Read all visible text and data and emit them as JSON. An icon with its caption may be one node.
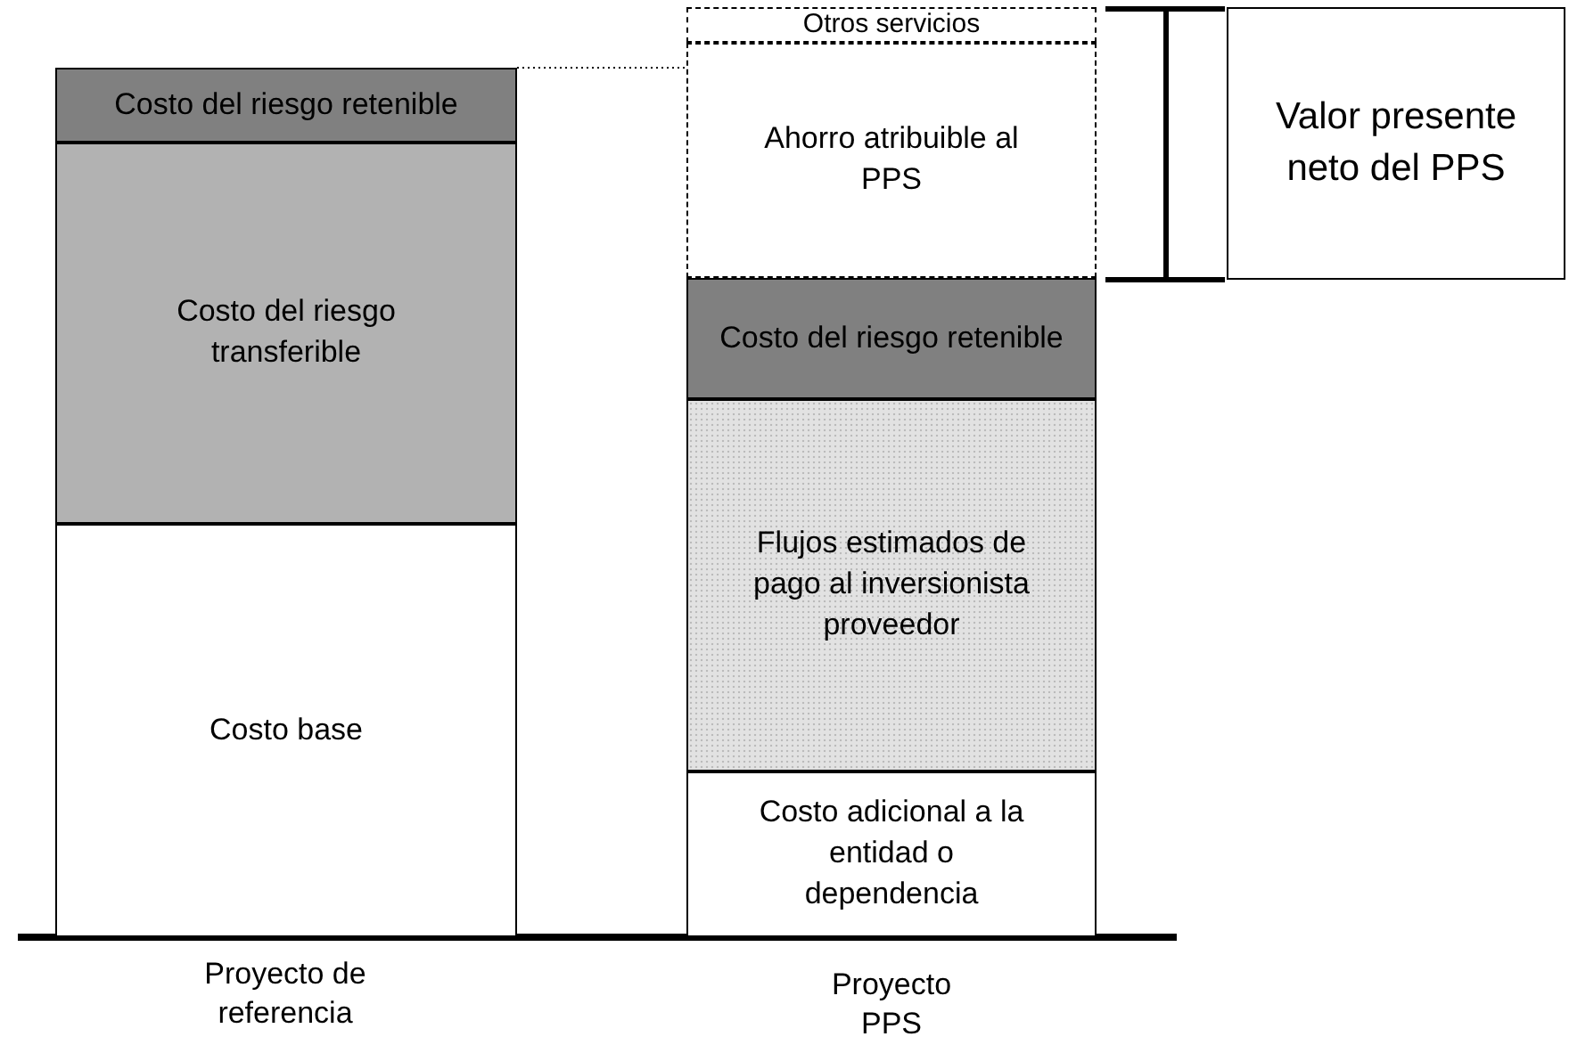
{
  "diagram": {
    "nodes": [
      {
        "text": [
          "Costo del riesgo retenible"
        ]
      },
      {
        "text": [
          "Costo del riesgo transferible"
        ]
      },
      {
        "text": [
          "Costo base"
        ]
      },
      {
        "text": [
          "Otros servicios"
        ]
      },
      {
        "text": [
          "Ahorro atribuible al PPS"
        ]
      },
      {
        "text": [
          "Costo del riesgo retenible"
        ]
      },
      {
        "text": [
          "Flujos estimados de pago al inversionista proveedor"
        ]
      },
      {
        "text": [
          "Costo adicional a la entidad o dependencia"
        ]
      },
      {
        "text": [
          "Valor presente neto del PPS"
        ]
      }
    ],
    "edges": [
      {
        "from": 0,
        "to": 4,
        "arrow": "none",
        "style": "dashed"
      }
    ],
    "labels": [
      "Proyecto de referencia",
      "Proyecto PPS"
    ]
  }
}
